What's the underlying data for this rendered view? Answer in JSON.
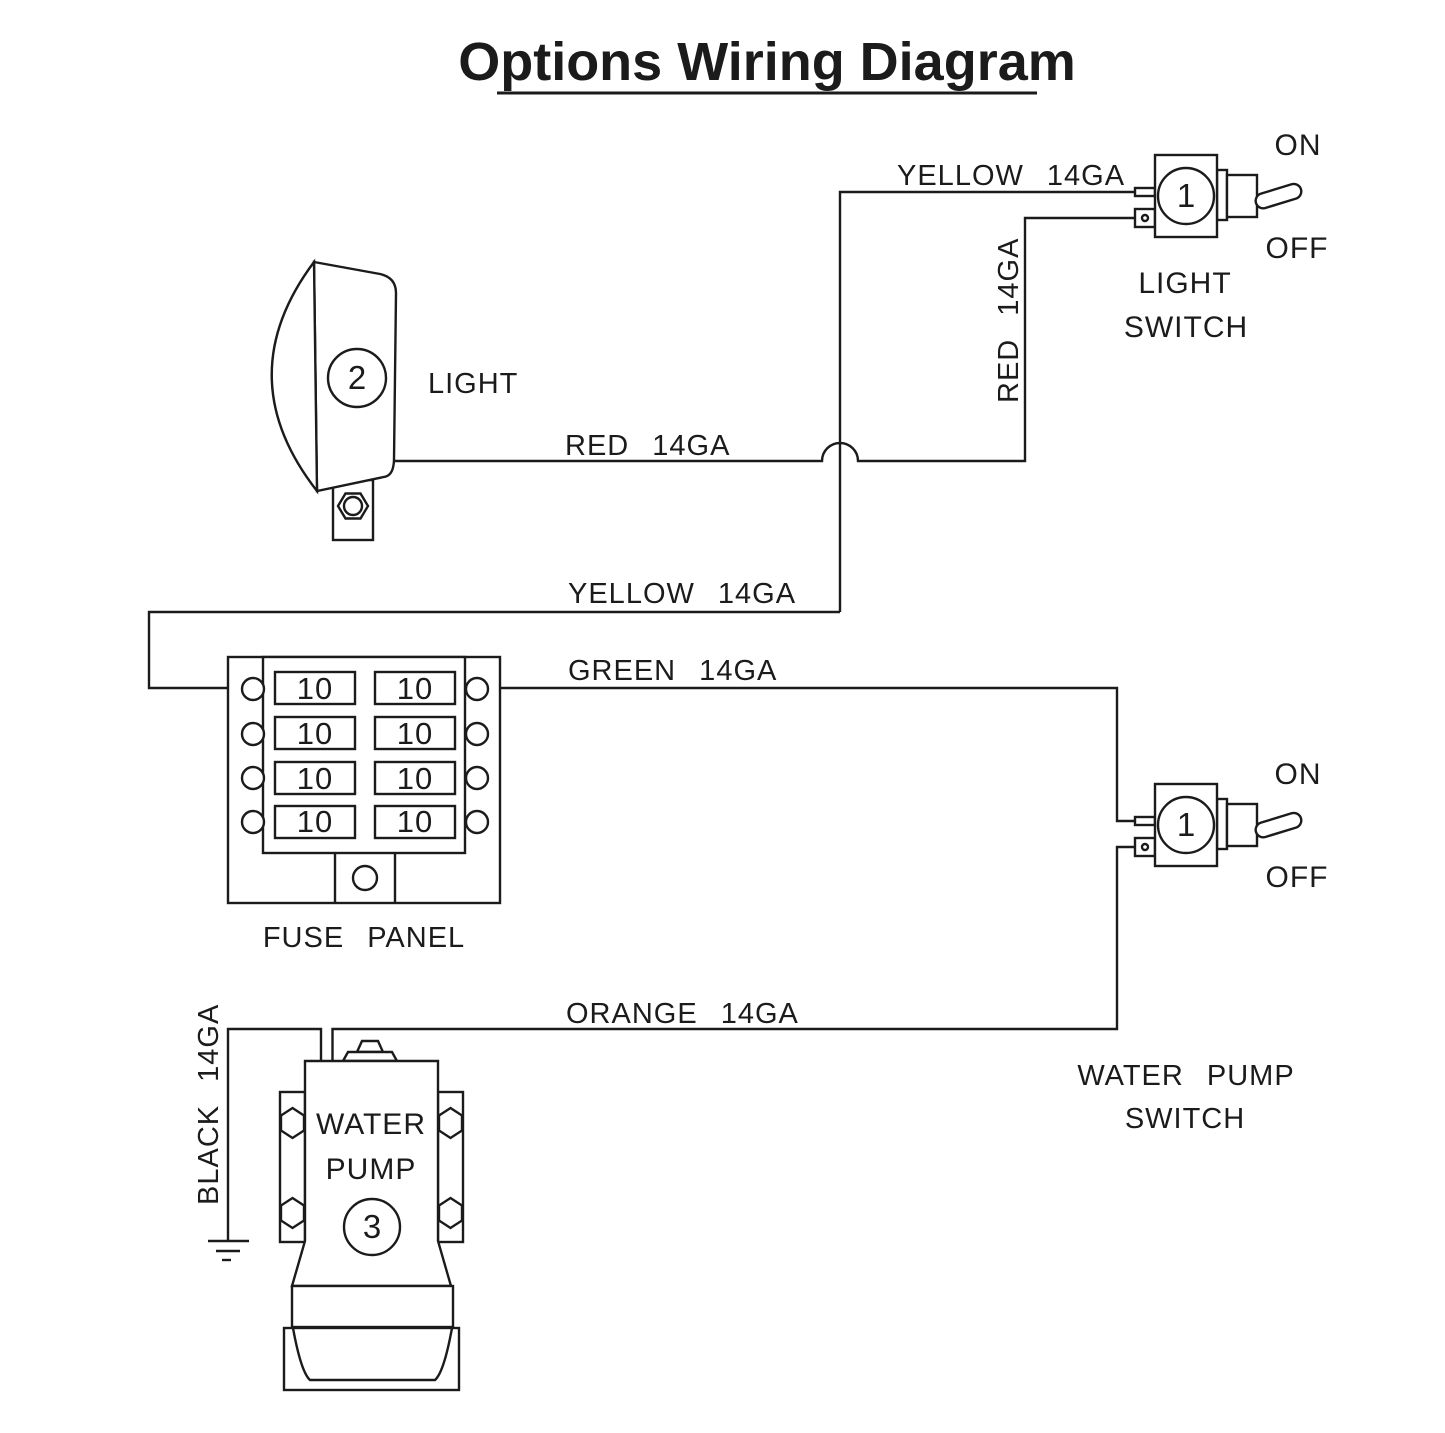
{
  "title": "Options Wiring Diagram",
  "colors": {
    "diagram_line": "#1b1b1b",
    "background": "#ffffff"
  },
  "wire_labels": {
    "yellow_top": "YELLOW 14GA",
    "red_vertical": "RED 14GA",
    "red_horizontal": "RED 14GA",
    "yellow_mid": "YELLOW 14GA",
    "green": "GREEN 14GA",
    "orange": "ORANGE 14GA",
    "black_vertical": "BLACK 14GA"
  },
  "components": {
    "light": {
      "label": "LIGHT",
      "ref": "2"
    },
    "light_switch": {
      "label_line1": "LIGHT",
      "label_line2": "SWITCH",
      "ref": "1",
      "on": "ON",
      "off": "OFF"
    },
    "fuse_panel": {
      "label": "FUSE PANEL",
      "fuse_ratings": [
        "10",
        "10",
        "10",
        "10",
        "10",
        "10",
        "10",
        "10"
      ]
    },
    "water_pump": {
      "label_line1": "WATER",
      "label_line2": "PUMP",
      "ref": "3"
    },
    "water_pump_switch": {
      "label_line1": "WATER PUMP",
      "label_line2": "SWITCH",
      "ref": "1",
      "on": "ON",
      "off": "OFF"
    }
  }
}
